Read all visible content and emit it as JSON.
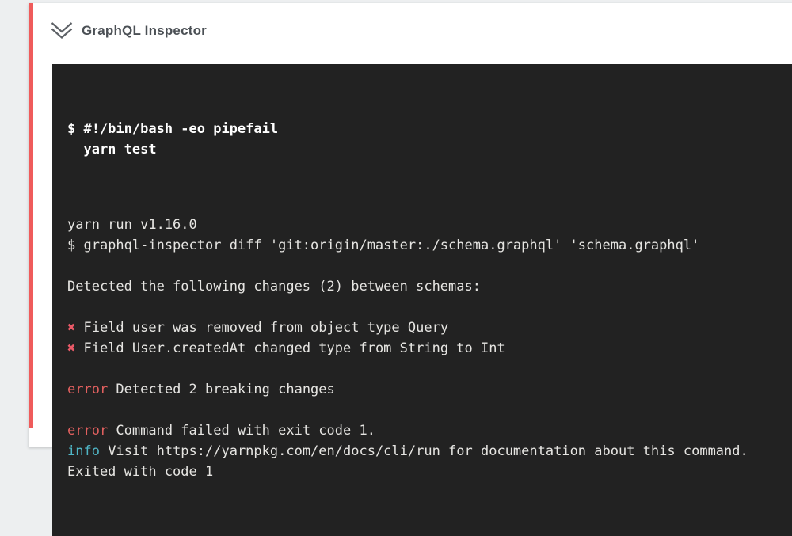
{
  "page": {
    "background_color": "#edeff0"
  },
  "card": {
    "background_color": "#ffffff",
    "fail_accent_color": "#ef5b5b",
    "divider_color": "#e4e4e4"
  },
  "header": {
    "title": "GraphQL Inspector",
    "title_color": "#4b5055",
    "chevron_icon": "double-chevron-down-icon",
    "chevron_color": "#5e6267"
  },
  "terminal": {
    "background_color": "#222222",
    "text_color": "#e6e5e2",
    "bold_text_color": "#ffffff",
    "colors": {
      "xmark": "#ea5a68",
      "red": "#e2605f",
      "cyan": "#4fb5c5"
    },
    "command_lines": [
      "$ #!/bin/bash -eo pipefail",
      "  yarn test"
    ],
    "output_lines": [
      [
        {
          "text": "yarn run v1.16.0"
        }
      ],
      [
        {
          "text": "$ graphql-inspector diff 'git:origin/master:./schema.graphql' 'schema.graphql'"
        }
      ],
      [],
      [
        {
          "text": "Detected the following changes (2) between schemas:"
        }
      ],
      [],
      [
        {
          "text": "✖",
          "color": "xmark"
        },
        {
          "text": " Field user was removed from object type Query"
        }
      ],
      [
        {
          "text": "✖",
          "color": "xmark"
        },
        {
          "text": " Field User.createdAt changed type from String to Int"
        }
      ],
      [],
      [
        {
          "text": "error",
          "color": "red"
        },
        {
          "text": " Detected 2 breaking changes"
        }
      ],
      [],
      [
        {
          "text": "error",
          "color": "red"
        },
        {
          "text": " Command failed with exit code 1."
        }
      ],
      [
        {
          "text": "info",
          "color": "cyan"
        },
        {
          "text": " Visit https://yarnpkg.com/en/docs/cli/run for documentation about this command."
        }
      ],
      [
        {
          "text": "Exited with code 1"
        }
      ]
    ]
  }
}
